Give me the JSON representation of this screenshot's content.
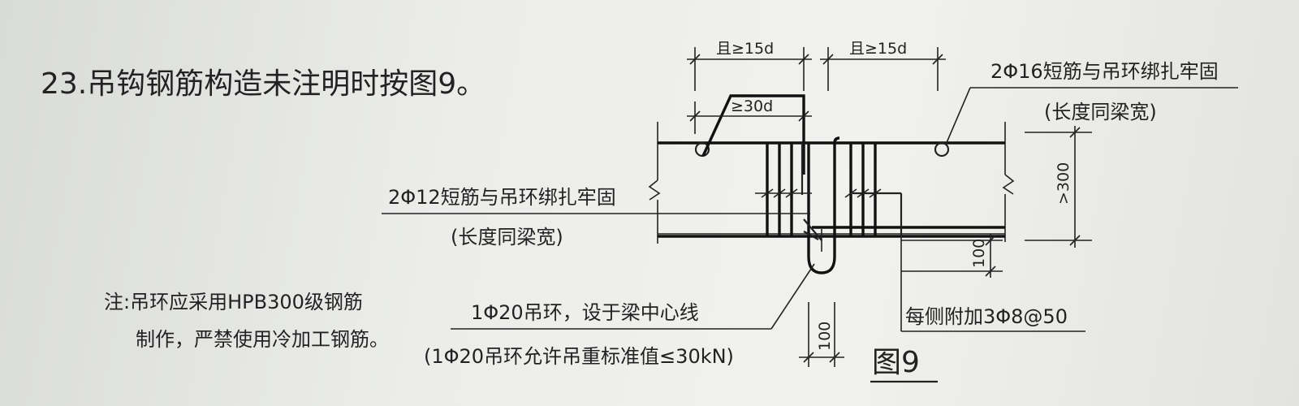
{
  "title": "23.吊钩钢筋构造未注明时按图9。",
  "labels": {
    "dim_left_top": "且≥15d",
    "dim_right_top": "且≥15d",
    "dim_30d": "≥30d",
    "bar16": "2Φ16短筋与吊环绑扎牢固",
    "bar16_len": "(长度同梁宽)",
    "bar12": "2Φ12短筋与吊环绑扎牢固",
    "bar12_len": "(长度同梁宽)",
    "dim_300": ">300",
    "dim_100_right": "100",
    "stirrups": "每侧附加3Φ8@50",
    "ring": "1Φ20吊环，设于梁中心线",
    "ring_load": "(1Φ20吊环允许吊重标准值≤30kN)",
    "dim_100_bottom": "100",
    "figure": "图9"
  },
  "note": {
    "line1": "注:吊环应采用HPB300级钢筋",
    "line2": "制作，严禁使用冷加工钢筋。"
  }
}
